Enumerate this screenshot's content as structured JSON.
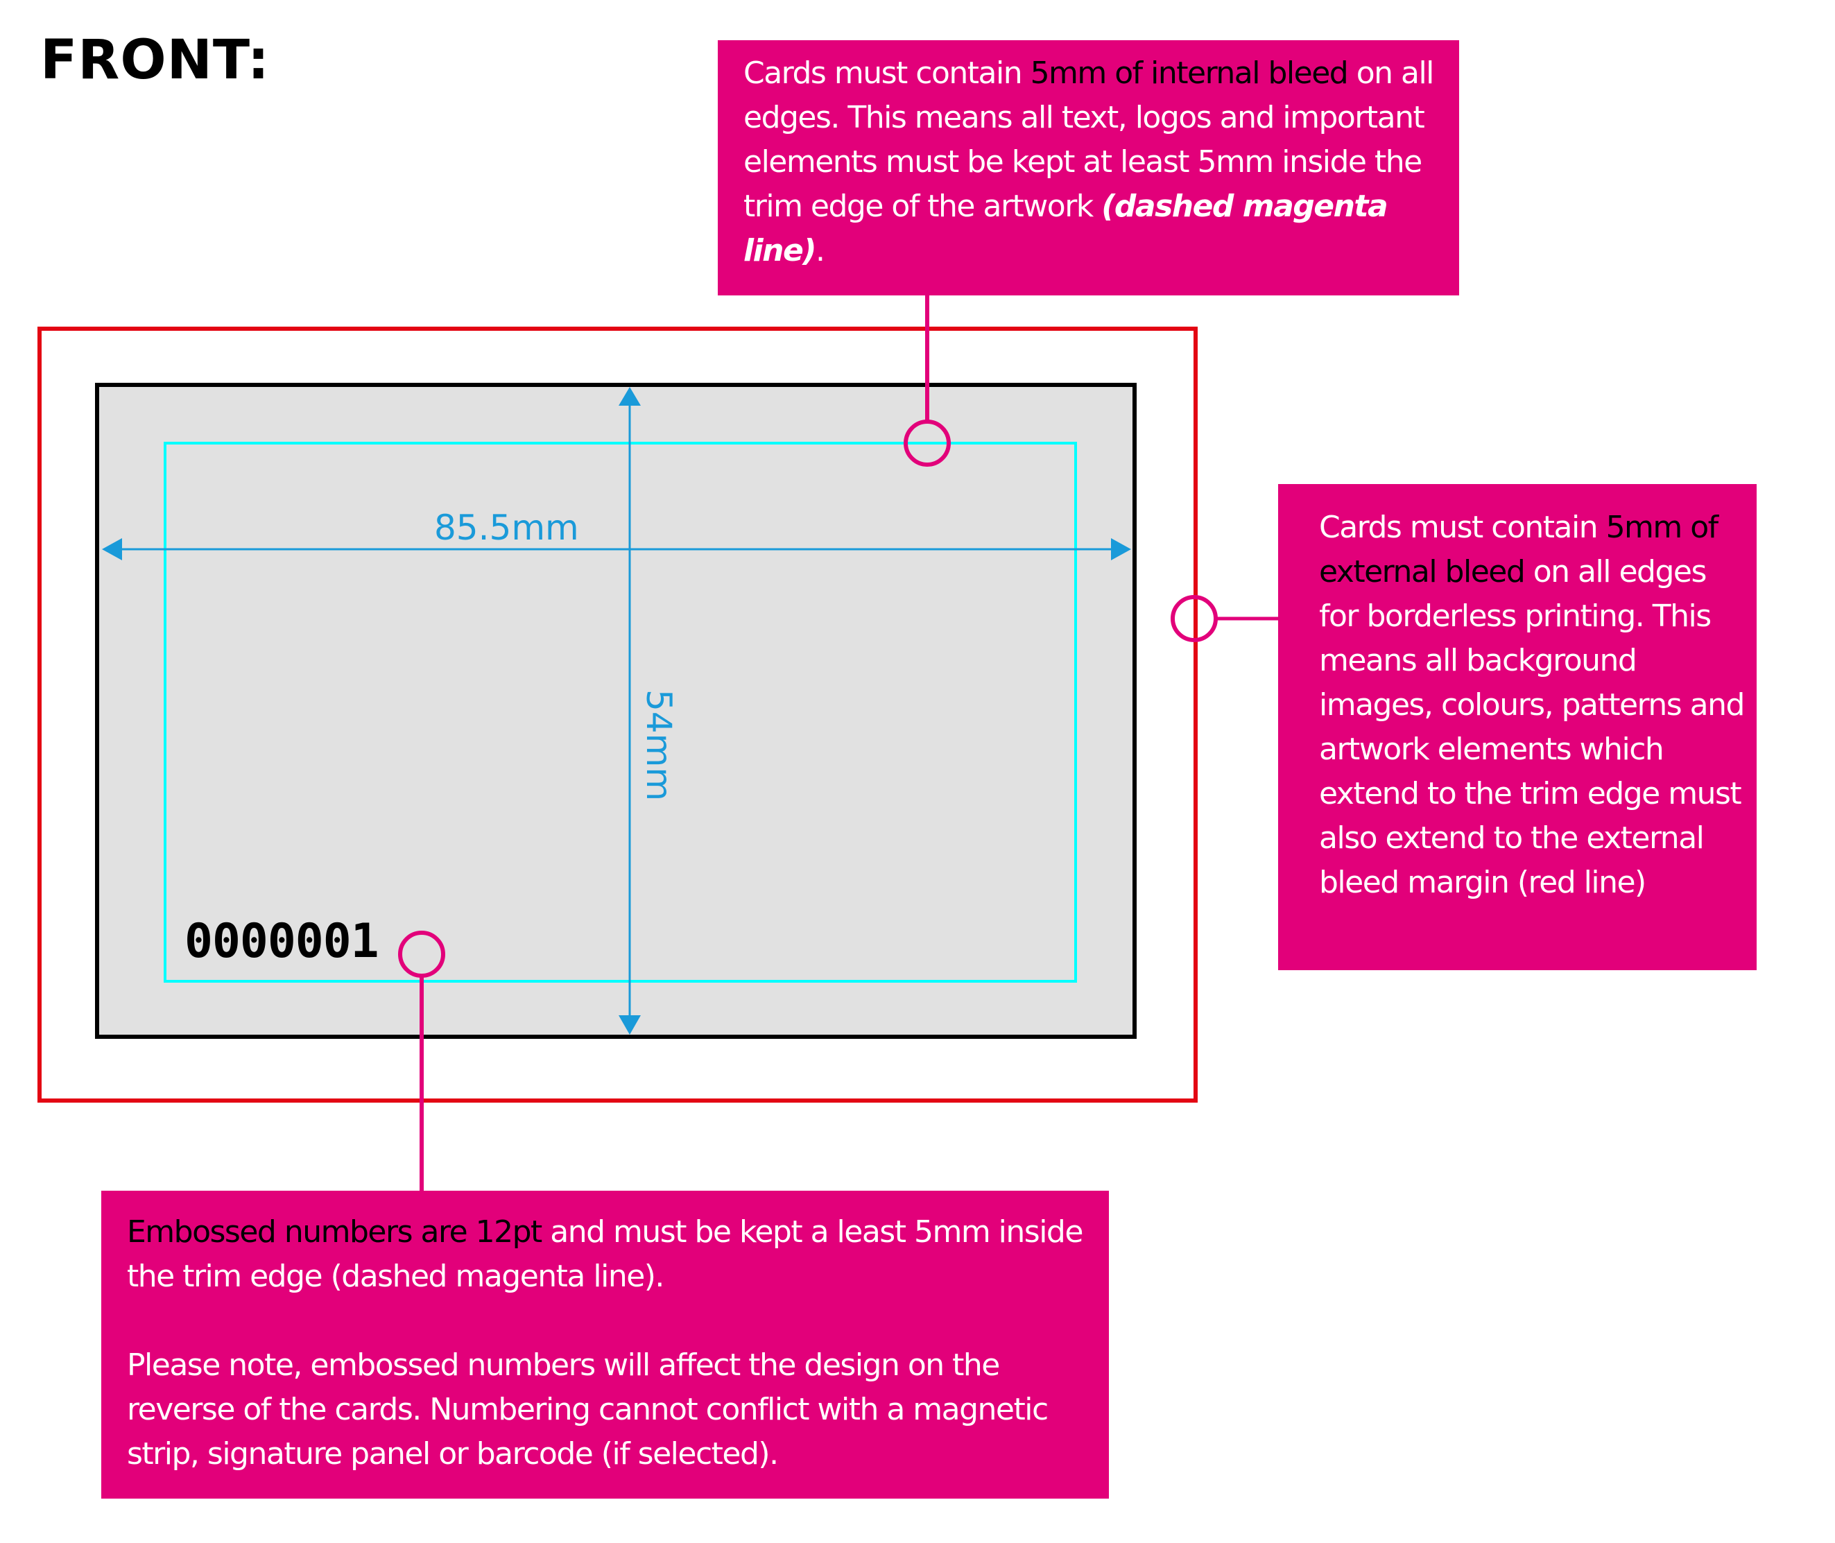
{
  "heading": "FRONT:",
  "card": {
    "embossed_number": "0000001",
    "width_label": "85.5mm",
    "height_label": "54mm"
  },
  "notes": {
    "internal_bleed": {
      "segments": [
        {
          "text": "Cards must contain ",
          "style": "normal"
        },
        {
          "text": "5mm of internal bleed",
          "style": "highlight"
        },
        {
          "text": " on all edges. This means all text, logos and important elements must be kept at least 5mm inside the trim edge of the artwork ",
          "style": "normal"
        },
        {
          "text": "(dashed magenta line)",
          "style": "italic"
        },
        {
          "text": ".",
          "style": "normal"
        }
      ]
    },
    "external_bleed": {
      "segments": [
        {
          "text": "Cards must contain ",
          "style": "normal"
        },
        {
          "text": "5mm of external bleed",
          "style": "highlight"
        },
        {
          "text": " on all edges for borderless printing. This means all background images, colours, patterns and artwork elements which extend to the trim edge must also extend to the external bleed margin (red line)",
          "style": "normal"
        }
      ]
    },
    "embossing": {
      "para1": [
        {
          "text": "Embossed numbers are 12pt",
          "style": "highlight"
        },
        {
          "text": " and must be kept a least 5mm inside the trim edge (dashed magenta line).",
          "style": "normal"
        }
      ],
      "para2": "Please note, embossed numbers will affect the design on the reverse of the cards. Numbering cannot conflict with a magnetic strip, signature panel or barcode (if selected)."
    }
  },
  "colors": {
    "callout_bg": "#e2007a",
    "callout_text": "#ffffff",
    "highlight_text": "#000000",
    "external_bleed_line": "#e30613",
    "trim_edge": "#000000",
    "card_fill": "#e1e1e1",
    "safe_area_line": "#00ffff",
    "dimension_arrows": "#1a9ad9",
    "leader_lines": "#e2007a"
  }
}
